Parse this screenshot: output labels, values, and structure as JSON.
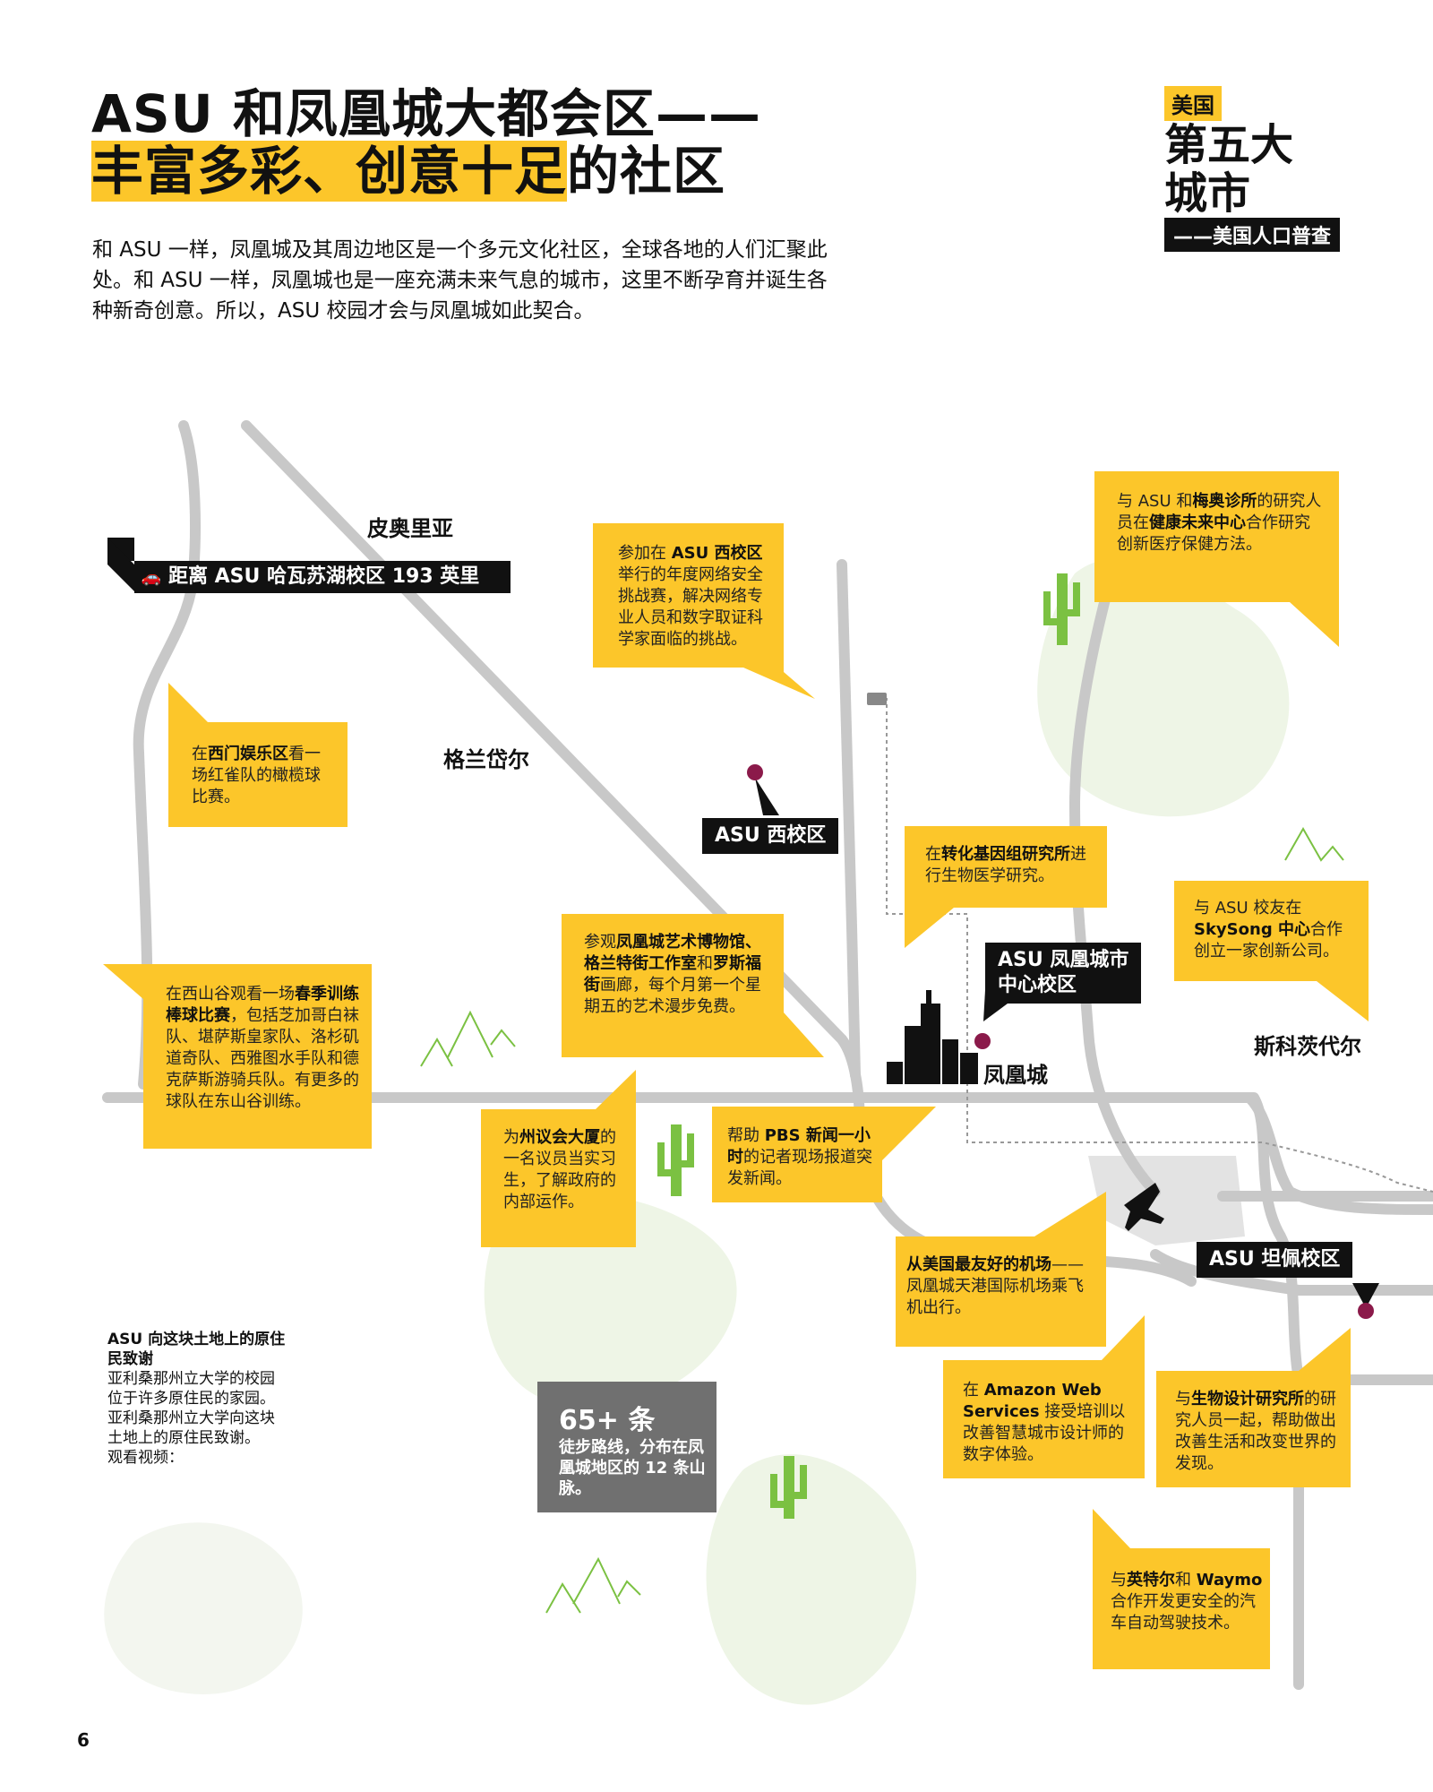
{
  "header": {
    "title_line1": "ASU 和凤凰城大都会区——",
    "title_line2_highlight": "丰富多彩、创意十足",
    "title_line2_rest": "的社区",
    "intro": "和 ASU 一样，凤凰城及其周边地区是一个多元文化社区，全球各地的人们汇聚此处。和 ASU 一样，凤凰城也是一座充满未来气息的城市，这里不断孕育并诞生各种新奇创意。所以，ASU 校园才会与凤凰城如此契合。"
  },
  "census": {
    "tag": "美国",
    "big1": "第五大",
    "big2": "城市",
    "source": "——美国人口普查"
  },
  "map": {
    "places": {
      "peoria": "皮奥里亚",
      "glendale": "格兰岱尔",
      "phoenix": "凤凰城",
      "scottsdale": "斯科茨代尔"
    },
    "campuses": {
      "west": "ASU 西校区",
      "downtown_line1": "ASU 凤凰城市",
      "downtown_line2": "中心校区",
      "tempe": "ASU 坦佩校区"
    },
    "distance": "距离 ASU 哈瓦苏湖校区 193 英里",
    "trails": {
      "number": "65+ 条",
      "text": "徒步路线，分布在凤凰城地区的 12 条山脉。"
    },
    "colors": {
      "callout": "#fcc62a",
      "road": "#c8c8c8",
      "marker": "#8b1a4a",
      "green": "#7bc142",
      "blob": "#eef5e6"
    }
  },
  "callouts": {
    "westgate": {
      "pre": "在",
      "bold": "西门娱乐区",
      "post": "看一场红雀队的橄榄球比赛。"
    },
    "spring": {
      "pre": "在西山谷观看一场",
      "bold": "春季训练棒球比赛",
      "post": "，包括芝加哥白袜队、堪萨斯皇家队、洛杉矶道奇队、西雅图水手队和德克萨斯游骑兵队。有更多的球队在东山谷训练。"
    },
    "cyber": {
      "pre": "参加在 ",
      "bold": "ASU 西校区",
      "post": "举行的年度网络安全挑战赛，解决网络专业人员和数字取证科学家面临的挑战。"
    },
    "art": {
      "pre": "参观",
      "bold": "凤凰城艺术博物馆、格兰特街工作室",
      "mid": "和",
      "bold2": "罗斯福街",
      "post": "画廊，每个月第一个星期五的艺术漫步免费。"
    },
    "tgen": {
      "pre": "在",
      "bold": "转化基因组研究所",
      "post": "进行生物医学研究。"
    },
    "mayo": {
      "pre": "与 ASU 和",
      "bold": "梅奥诊所",
      "mid": "的研究人员在",
      "bold2": "健康未来中心",
      "post": "合作研究创新医疗保健方法。"
    },
    "skysong": {
      "pre": "与 ASU 校友在 ",
      "bold": "SkySong 中心",
      "post": "合作创立一家创新公司。"
    },
    "capitol": {
      "pre": "为",
      "bold": "州议会大厦",
      "post": "的一名议员当实习生，了解政府的内部运作。"
    },
    "pbs": {
      "pre": "帮助 ",
      "bold": "PBS 新闻一小时",
      "post": "的记者现场报道突发新闻。"
    },
    "airport": {
      "bold": "从美国最友好的机场",
      "post": "—— 凤凰城天港国际机场乘飞机出行。"
    },
    "aws": {
      "pre": "在 ",
      "bold": "Amazon Web Services",
      "post": " 接受培训以改善智慧城市设计师的数字体验。"
    },
    "biodesign": {
      "pre": "与",
      "bold": "生物设计研究所",
      "post": "的研究人员一起，帮助做出改善生活和改变世界的发现。"
    },
    "intel": {
      "pre": "与",
      "bold": "英特尔",
      "mid": "和 ",
      "bold2": "Waymo",
      "post": " 合作开发更安全的汽车自动驾驶技术。"
    }
  },
  "native": {
    "heading": "ASU 向这块土地上的原住民致谢",
    "body": "亚利桑那州立大学的校园位于许多原住民的家园。亚利桑那州立大学向这块土地上的原住民致谢。",
    "video": "观看视频："
  },
  "page_number": "6"
}
